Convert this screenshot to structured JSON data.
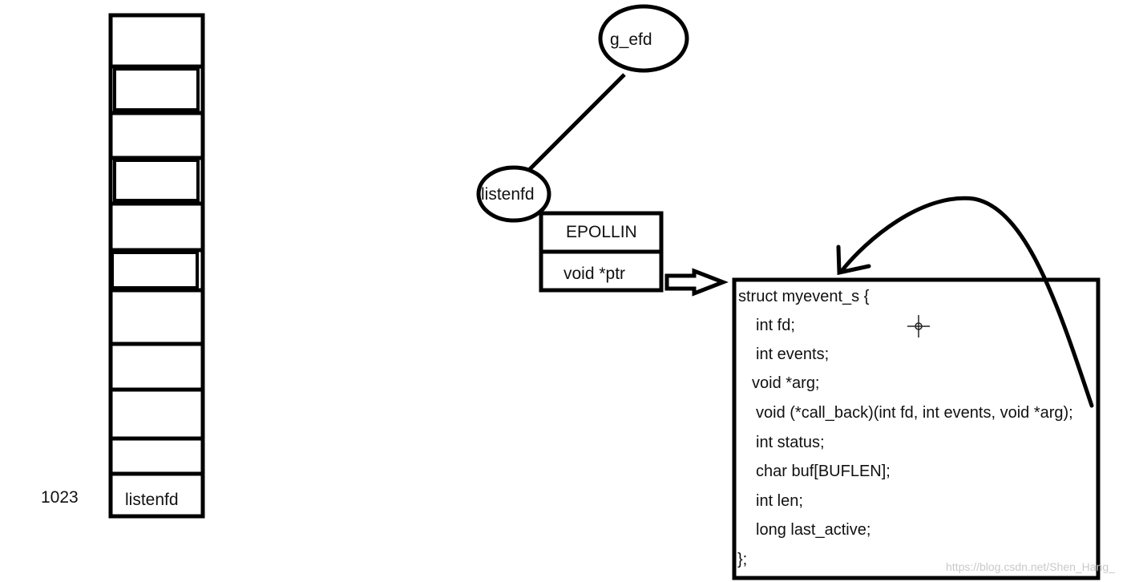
{
  "array": {
    "index_label": "1023",
    "last_cell_label": "listenfd"
  },
  "tree": {
    "root_label": "g_efd",
    "child_label": "listenfd"
  },
  "epoll_event": {
    "events_label": "EPOLLIN",
    "ptr_label": "void *ptr"
  },
  "struct": {
    "lines": [
      "struct myevent_s {",
      "int fd;",
      "int events;",
      "void *arg;",
      "void (*call_back)(int fd, int events, void *arg);",
      "int status;",
      "char buf[BUFLEN];",
      "int len;",
      "long last_active;",
      "};"
    ]
  },
  "watermark": "https://blog.csdn.net/Shen_Hang_"
}
